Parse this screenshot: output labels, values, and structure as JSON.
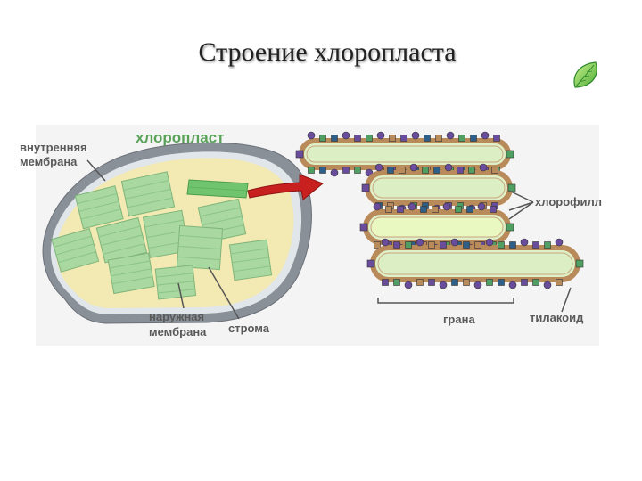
{
  "title": "Строение хлоропласта",
  "labels": {
    "chloroplast": "хлоропласт",
    "inner_membrane_line1": "внутренняя",
    "inner_membrane_line2": "мембрана",
    "outer_membrane_line1": "наружная",
    "outer_membrane_line2": "мембрана",
    "stroma": "строма",
    "chlorophyll": "хлорофилл",
    "grana": "грана",
    "thylakoid": "тилакоид"
  },
  "icons": {
    "corner": "leaf-icon",
    "pointer": "arrow-right-icon"
  },
  "colors": {
    "outer_membrane": "#8a9098",
    "stroma": "#f3e9b3",
    "grana": "#a9d8a0",
    "grana_highlight": "#70c46e",
    "arrow": "#c8201e",
    "thylakoid_fill": "#dff0c8",
    "membrane_brown": "#b98a5a",
    "purple": "#6a4c9c",
    "blue": "#2e5f88",
    "green": "#4f9f63"
  }
}
